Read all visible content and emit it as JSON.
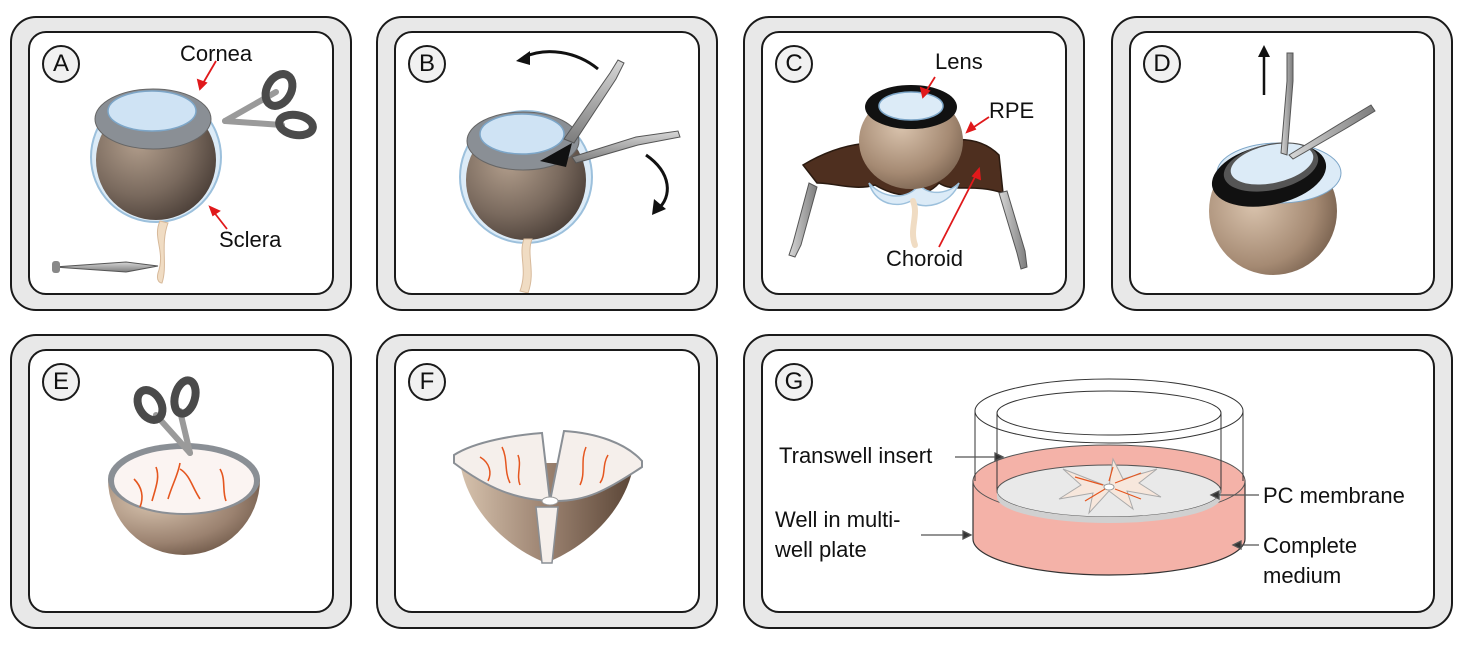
{
  "panels": {
    "A": {
      "badge": "A",
      "labels": {
        "cornea": "Cornea",
        "sclera": "Sclera"
      },
      "icons": [
        "eyeball-icon",
        "scissors-icon",
        "forceps-icon"
      ]
    },
    "B": {
      "badge": "B",
      "icons": [
        "eyeball-icon",
        "forceps-icon",
        "rotation-arrow-icon"
      ]
    },
    "C": {
      "badge": "C",
      "labels": {
        "lens": "Lens",
        "rpe": "RPE",
        "choroid": "Choroid"
      },
      "icons": [
        "eyeball-icon",
        "forceps-icon"
      ]
    },
    "D": {
      "badge": "D",
      "icons": [
        "eyeball-icon",
        "forceps-icon",
        "up-arrow-icon"
      ]
    },
    "E": {
      "badge": "E",
      "icons": [
        "eyecup-icon",
        "scissors-icon"
      ]
    },
    "F": {
      "badge": "F",
      "icons": [
        "retina-flatmount-icon"
      ]
    },
    "G": {
      "badge": "G",
      "labels": {
        "transwell": "Transwell insert",
        "pc_membrane": "PC membrane",
        "well_line1": "Well in multi-",
        "well_line2": "well plate",
        "medium_line1": "Complete",
        "medium_line2": "medium"
      },
      "icons": [
        "transwell-icon",
        "retina-explant-icon"
      ]
    }
  },
  "colors": {
    "frame": "#e8e8e8",
    "annotation_arrow": "#e0191b",
    "sclera": "#7d6b5f",
    "cornea": "#cfe3f4",
    "choroid": "#4e2f1f",
    "medium": "#f4b2a8",
    "vessels": "#e5561f"
  }
}
